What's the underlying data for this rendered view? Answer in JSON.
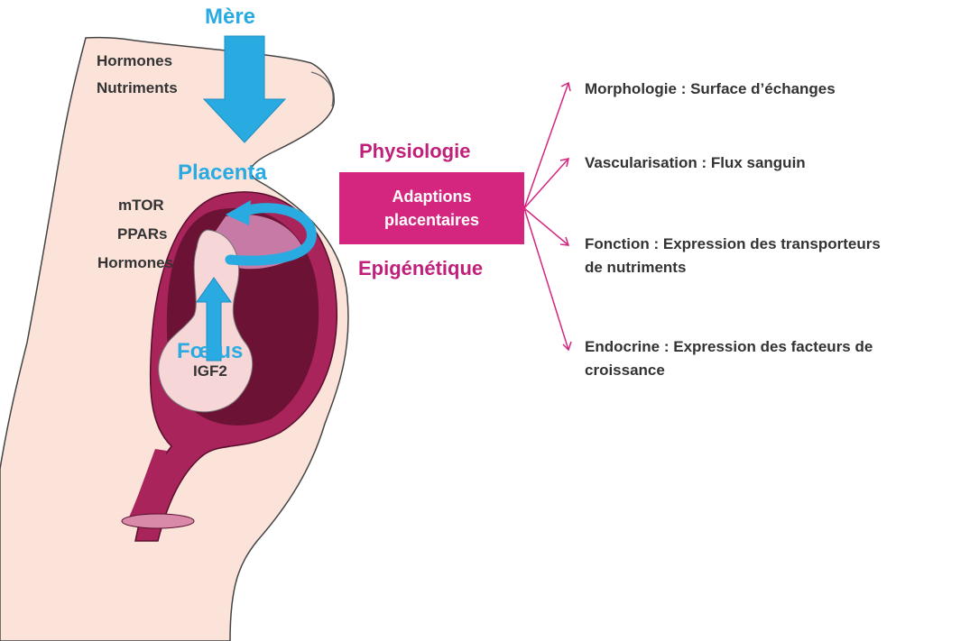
{
  "illustration": {
    "mother_label": "Mère",
    "placenta_label": "Placenta",
    "fetus_label": "Fœtus",
    "mother_factors": [
      "Hormones",
      "Nutriments"
    ],
    "placenta_factors": [
      "mTOR",
      "PPARs",
      "Hormones"
    ],
    "fetus_factor": "IGF2"
  },
  "central": {
    "top_label": "Physiologie",
    "box_line1": "Adaptions",
    "box_line2": "placentaires",
    "bottom_label": "Epigénétique"
  },
  "outcomes": [
    {
      "line1": "Morphologie  : Surface d’échanges"
    },
    {
      "line1": "Vascularisation  : Flux sanguin"
    },
    {
      "line1": "Fonction : Expression  des transporteurs",
      "line2": "de nutriments"
    },
    {
      "line1": "Endocrine : Expression des facteurs de",
      "line2": "croissance"
    }
  ],
  "colors": {
    "accent_blue": "#29abe2",
    "magenta": "#d4267f",
    "skin": "#fbe3da",
    "uterus": "#a8245a",
    "cavity": "#6b1235"
  }
}
